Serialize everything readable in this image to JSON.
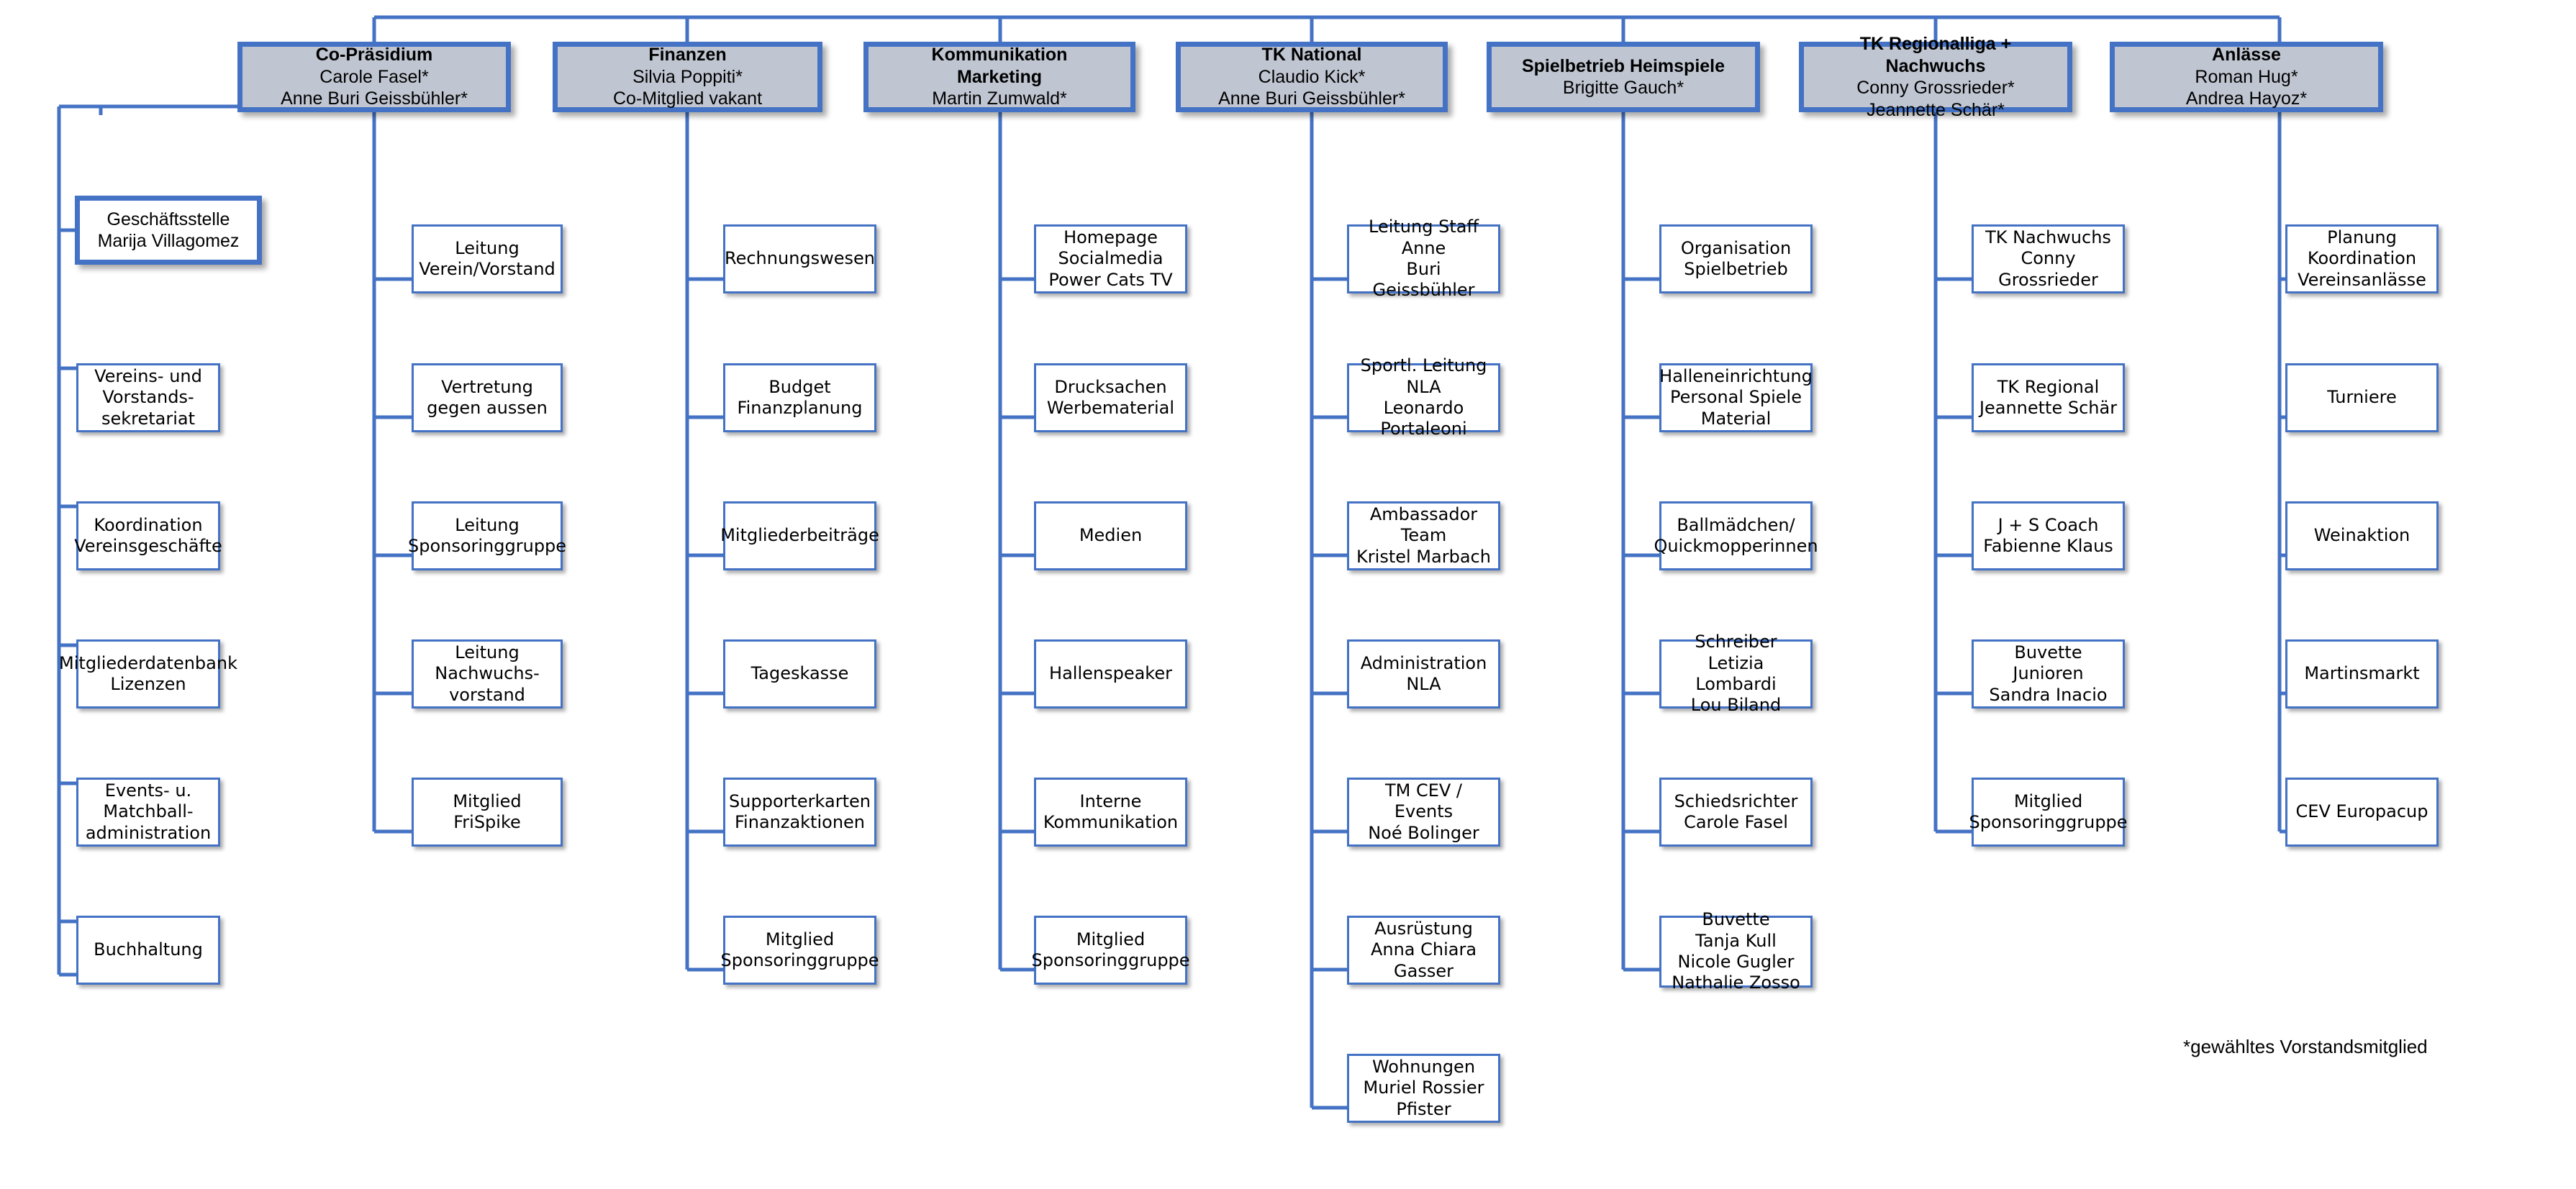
{
  "diagram": {
    "kind": "organization-chart",
    "accent_color": "#4472C4",
    "dept_fill_color": "#BFC5D1",
    "leaf_fill_color": "#FFFFFF",
    "text_color": "#000000",
    "footnote": "*gewähltes Vorstandsmitglied"
  },
  "root": {
    "title": "Co-Präsidium",
    "people": "Carole Fasel*\nAnne Buri Geissbühler*"
  },
  "office": {
    "label": "Geschäftsstelle\nMarija Villagomez",
    "items": [
      {
        "label": "Vereins- und\nVorstands-\nsekretariat"
      },
      {
        "label": "Koordination\nVereinsgeschäfte"
      },
      {
        "label": "Mitgliederdatenbank\nLizenzen"
      },
      {
        "label": "Events- u. Matchball-\nadministration"
      },
      {
        "label": "Buchhaltung"
      }
    ]
  },
  "departments": [
    {
      "title": "Co-Präsidium",
      "people": "Carole Fasel*\nAnne Buri Geissbühler*",
      "items": [
        {
          "label": "Leitung\nVerein/Vorstand"
        },
        {
          "label": "Vertretung\ngegen aussen"
        },
        {
          "label": "Leitung\nSponsoringgruppe"
        },
        {
          "label": "Leitung Nachwuchs-\nvorstand"
        },
        {
          "label": "Mitglied FriSpike"
        }
      ]
    },
    {
      "title": "Finanzen",
      "people": "Silvia Poppiti*\nCo-Mitglied vakant",
      "items": [
        {
          "label": "Rechnungswesen"
        },
        {
          "label": "Budget\nFinanzplanung"
        },
        {
          "label": "Mitgliederbeiträge"
        },
        {
          "label": "Tageskasse"
        },
        {
          "label": "Supporterkarten\nFinanzaktionen"
        },
        {
          "label": "Mitglied\nSponsoringgruppe"
        }
      ]
    },
    {
      "title": "Kommunikation\nMarketing",
      "people": "Martin Zumwald*",
      "items": [
        {
          "label": "Homepage\nSocialmedia\nPower Cats TV"
        },
        {
          "label": "Drucksachen\nWerbematerial"
        },
        {
          "label": "Medien"
        },
        {
          "label": "Hallenspeaker"
        },
        {
          "label": "Interne\nKommunikation"
        },
        {
          "label": "Mitglied\nSponsoringgruppe"
        }
      ]
    },
    {
      "title": "TK National",
      "people": "Claudio Kick*\nAnne Buri Geissbühler*",
      "items": [
        {
          "label": "Leitung Staff\nAnne\nBuri Geissbühler"
        },
        {
          "label": "Sportl. Leitung NLA\nLeonardo Portaleoni"
        },
        {
          "label": "Ambassador Team\nKristel Marbach"
        },
        {
          "label": "Administration NLA"
        },
        {
          "label": "TM CEV / Events\nNoé Bolinger"
        },
        {
          "label": "Ausrüstung\nAnna Chiara Gasser"
        },
        {
          "label": "Wohnungen\nMuriel Rossier Pfister"
        }
      ]
    },
    {
      "title": "Spielbetrieb Heimspiele",
      "people": "Brigitte Gauch*",
      "items": [
        {
          "label": "Organisation\nSpielbetrieb"
        },
        {
          "label": "Halleneinrichtung\nPersonal Spiele\nMaterial"
        },
        {
          "label": "Ballmädchen/\nQuickmopperinnen"
        },
        {
          "label": "Schreiber\nLetizia Lombardi\nLou Biland"
        },
        {
          "label": "Schiedsrichter\nCarole Fasel"
        },
        {
          "label": "Buvette\nTanja Kull\nNicole Gugler\nNathalie Zosso"
        }
      ]
    },
    {
      "title": "TK Regionalliga +\nNachwuchs",
      "people": "Conny Grossrieder*\nJeannette Schär*",
      "items": [
        {
          "label": "TK Nachwuchs\nConny Grossrieder"
        },
        {
          "label": "TK Regional\nJeannette Schär"
        },
        {
          "label": "J + S Coach\nFabienne Klaus"
        },
        {
          "label": "Buvette Junioren\nSandra Inacio"
        },
        {
          "label": "Mitglied\nSponsoringgruppe"
        }
      ]
    },
    {
      "title": "Anlässe",
      "people": "Roman Hug*\nAndrea Hayoz*",
      "items": [
        {
          "label": "Planung\nKoordination\nVereinsanlässe"
        },
        {
          "label": "Turniere"
        },
        {
          "label": "Weinaktion"
        },
        {
          "label": "Martinsmarkt"
        },
        {
          "label": "CEV Europacup"
        }
      ]
    }
  ]
}
